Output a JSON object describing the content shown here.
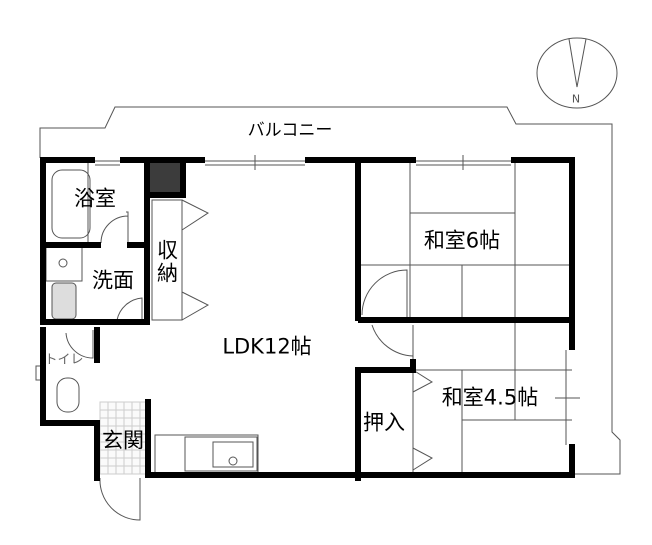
{
  "plan": {
    "balcony": "バルコニー",
    "north": "N",
    "rooms": {
      "bath": "浴室",
      "washroom": "洗面",
      "storage": "収納",
      "toilet": "トイレ",
      "entrance": "玄関",
      "ldk": "LDK12帖",
      "washitsu6": "和室6帖",
      "washitsu45": "和室4.5帖",
      "closet": "押入"
    }
  },
  "colors": {
    "wall": "#000000",
    "thin": "#555555",
    "dark_block": "#3c3c3c"
  }
}
